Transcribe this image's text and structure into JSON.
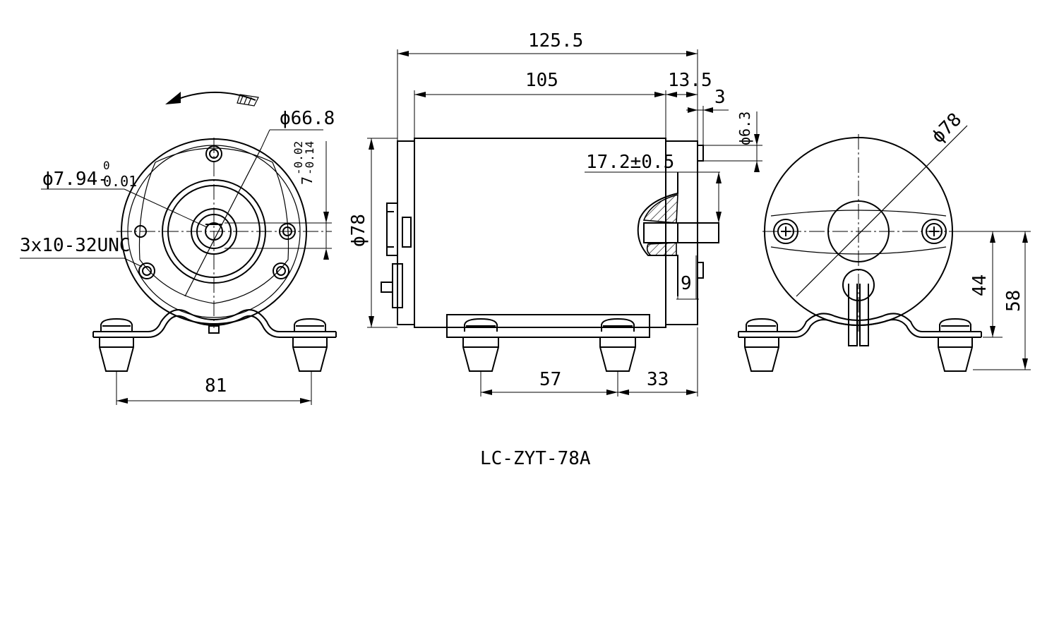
{
  "drawing": {
    "model": "LC-ZYT-78A",
    "front_view": {
      "shaft_diameter": "ϕ7.94-",
      "shaft_tol_upper": "0",
      "shaft_tol_lower": "0.01",
      "bolt_circle": "ϕ66.8",
      "flat_dim_base": "7",
      "flat_tol_upper": "-0.02",
      "flat_tol_lower": "-0.14",
      "thread_spec": "3x10-32UNC",
      "foot_spacing": "81"
    },
    "side_view": {
      "overall_length": "125.5",
      "body_length": "105",
      "end_length": "13.5",
      "terminal_offset": "3",
      "terminal_diameter": "ϕ6.3",
      "terminal_position": "17.2±0.5",
      "body_diameter": "ϕ78",
      "terminal_gap": "9",
      "foot_hole_spacing": "57",
      "foot_end_offset": "33"
    },
    "rear_view": {
      "diameter": "ϕ78",
      "center_height": "44",
      "overall_height": "58"
    }
  }
}
